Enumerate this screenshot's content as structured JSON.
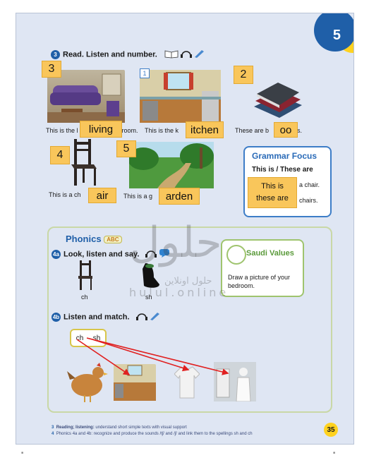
{
  "unit_number": "5",
  "section3": {
    "number": "3",
    "heading": "Read. Listen and number."
  },
  "pictures": [
    {
      "caption": "This is the l",
      "caption_tail": "room.",
      "answer": "living",
      "number": "3"
    },
    {
      "caption": "This is the k",
      "caption_tail": "",
      "answer": "itchen",
      "number": "1"
    },
    {
      "caption": "These are b",
      "caption_tail": "s.",
      "answer": "oo",
      "number": "2"
    },
    {
      "caption": "This is a ch",
      "caption_tail": ".",
      "answer": "air",
      "number": "4"
    },
    {
      "caption": "This is a g",
      "caption_tail": ".",
      "answer": "arden",
      "number": "5"
    }
  ],
  "grammar": {
    "title": "Grammar Focus",
    "rule": "This is / These are",
    "line1_answer": "This is",
    "line1_tail": "a chair.",
    "line2_answer": "these are",
    "line2_tail": "chairs."
  },
  "phonics": {
    "title": "Phonics",
    "badge": "ABC",
    "s4a": {
      "number": "4a",
      "heading": "Look, listen and say.",
      "labels": [
        "ch",
        "sh"
      ]
    },
    "s4b": {
      "number": "4b",
      "heading": "Listen and match.",
      "tiles": [
        "ch",
        "sh"
      ]
    }
  },
  "values": {
    "title": "Saudi Values",
    "text": "Draw a picture of your bedroom."
  },
  "footer": {
    "line1_num": "3",
    "line1_bold": "Reading; listening:",
    "line1": "understand short simple texts with visual support",
    "line2_num": "4",
    "line2": "Phonics 4a and 4b: recognize and produce the sounds /tʃ/ and /ʃ/ and link them to the spellings sh and ch"
  },
  "page_number": "35",
  "watermark": {
    "arabic": "حلول",
    "arabic2": "حلول اونلاين",
    "latin": "hulul.online"
  },
  "colors": {
    "accent": "#1f5fa8",
    "sticky": "#f9c65b",
    "page_bg": "#dfe6f3",
    "arrow": "#e02020"
  }
}
